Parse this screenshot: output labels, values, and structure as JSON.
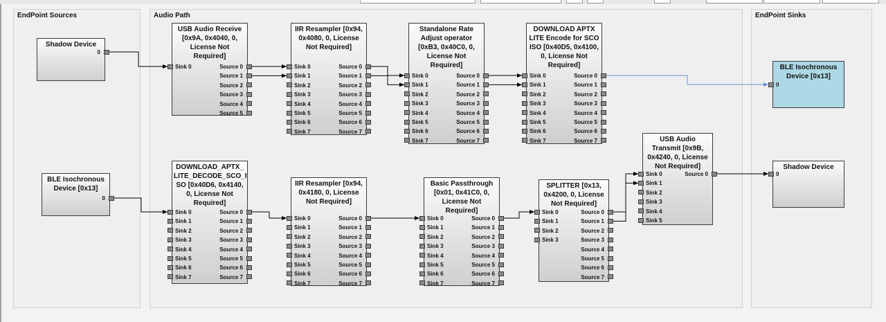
{
  "colors": {
    "canvas": "#f3f3f3",
    "panel": "#efefef",
    "ble_sink": "#add8e6",
    "link_wire": "#6a8fd8",
    "wire": "#000000"
  },
  "panels": [
    {
      "id": "sources",
      "title": "EndPoint Sources"
    },
    {
      "id": "path",
      "title": "Audio Path"
    },
    {
      "id": "sinks",
      "title": "EndPoint Sinks"
    }
  ],
  "operators": [
    {
      "id": "shadow-src",
      "title": "Shadow Device",
      "inputs": [],
      "outputs": [
        "0"
      ]
    },
    {
      "id": "ble-src",
      "title": "BLE Isochronous Device [0x13]",
      "inputs": [],
      "outputs": [
        "0"
      ]
    },
    {
      "id": "usb-rx",
      "title": "USB Audio Receive [0x9A, 0x4040, 0, License Not Required]",
      "inputs": [
        "Sink 0"
      ],
      "outputs": [
        "Source 0",
        "Source 1",
        "Source 2",
        "Source 3",
        "Source 4",
        "Source 5"
      ]
    },
    {
      "id": "iir1",
      "title": "IIR Resampler [0x94, 0x4080, 0, License Not Required]",
      "inputs": [
        "Sink 0",
        "Sink 1",
        "Sink 2",
        "Sink 3",
        "Sink 4",
        "Sink 5",
        "Sink 6",
        "Sink 7"
      ],
      "outputs": [
        "Source 0",
        "Source 1",
        "Source 2",
        "Source 3",
        "Source 4",
        "Source 5",
        "Source 6",
        "Source 7"
      ]
    },
    {
      "id": "rate",
      "title": "Standalone Rate Adjust operator [0xB3, 0x40C0, 0, License Not Required]",
      "inputs": [
        "Sink 0",
        "Sink 1",
        "Sink 2",
        "Sink 3",
        "Sink 4",
        "Sink 5",
        "Sink 6",
        "Sink 7"
      ],
      "outputs": [
        "Source 0",
        "Source 1",
        "Source 2",
        "Source 3",
        "Source 4",
        "Source 5",
        "Source 6",
        "Source 7"
      ]
    },
    {
      "id": "aptx-enc",
      "title": "DOWNLOAD APTX LITE Encode for SCO ISO [0x40D5, 0x4100, 0, License Not Required]",
      "inputs": [
        "Sink 0",
        "Sink 1",
        "Sink 2",
        "Sink 3",
        "Sink 4",
        "Sink 5",
        "Sink 6",
        "Sink 7"
      ],
      "outputs": [
        "Source 0",
        "Source 1",
        "Source 2",
        "Source 3",
        "Source 4",
        "Source 5",
        "Source 6",
        "Source 7"
      ]
    },
    {
      "id": "aptx-dec",
      "title": "DOWNLOAD_APTX_ LITE_DECODE_SCO_I SO [0x40D6, 0x4140, 0, License Not Required]",
      "inputs": [
        "Sink 0",
        "Sink 1",
        "Sink 2",
        "Sink 3",
        "Sink 4",
        "Sink 5",
        "Sink 6",
        "Sink 7"
      ],
      "outputs": [
        "Source 0",
        "Source 1",
        "Source 2",
        "Source 3",
        "Source 4",
        "Source 5",
        "Source 6",
        "Source 7"
      ]
    },
    {
      "id": "iir2",
      "title": "IIR Resampler [0x94, 0x4180, 0, License Not Required]",
      "inputs": [
        "Sink 0",
        "Sink 1",
        "Sink 2",
        "Sink 3",
        "Sink 4",
        "Sink 5",
        "Sink 6",
        "Sink 7"
      ],
      "outputs": [
        "Source 0",
        "Source 1",
        "Source 2",
        "Source 3",
        "Source 4",
        "Source 5",
        "Source 6",
        "Source 7"
      ]
    },
    {
      "id": "pass",
      "title": "Basic Passthrough [0x01, 0x41C0, 0, License Not Required]",
      "inputs": [
        "Sink 0",
        "Sink 1",
        "Sink 2",
        "Sink 3",
        "Sink 4",
        "Sink 5",
        "Sink 6",
        "Sink 7"
      ],
      "outputs": [
        "Source 0",
        "Source 1",
        "Source 2",
        "Source 3",
        "Source 4",
        "Source 5",
        "Source 6",
        "Source 7"
      ]
    },
    {
      "id": "split",
      "title": "SPLITTER [0x13, 0x4200, 0, License Not Required]",
      "inputs": [
        "Sink 0",
        "Sink 1",
        "Sink 2",
        "Sink 3"
      ],
      "outputs": [
        "Source 0",
        "Source 1",
        "Source 2",
        "Source 3",
        "Source 4",
        "Source 5",
        "Source 6",
        "Source 7"
      ]
    },
    {
      "id": "usb-tx",
      "title": "USB Audio Transmit [0x9B, 0x4240, 0, License Not Required]",
      "inputs": [
        "Sink 0",
        "Sink 1",
        "Sink 2",
        "Sink 3",
        "Sink 4",
        "Sink 5"
      ],
      "outputs": [
        "Source 0"
      ]
    },
    {
      "id": "ble-sink",
      "title": "BLE Isochronous Device [0x13]",
      "inputs": [
        "0"
      ],
      "outputs": []
    },
    {
      "id": "shadow-sink",
      "title": "Shadow Device",
      "inputs": [
        "0"
      ],
      "outputs": []
    }
  ],
  "links": [
    {
      "from": "shadow-src",
      "fo": 0,
      "to": "usb-rx",
      "ti": 0
    },
    {
      "from": "usb-rx",
      "fo": 0,
      "to": "iir1",
      "ti": 0
    },
    {
      "from": "usb-rx",
      "fo": 1,
      "to": "iir1",
      "ti": 1
    },
    {
      "from": "iir1",
      "fo": 0,
      "to": "rate",
      "ti": 0
    },
    {
      "from": "iir1",
      "fo": 1,
      "to": "rate",
      "ti": 1
    },
    {
      "from": "rate",
      "fo": 0,
      "to": "aptx-enc",
      "ti": 0
    },
    {
      "from": "rate",
      "fo": 1,
      "to": "aptx-enc",
      "ti": 1
    },
    {
      "from": "aptx-enc",
      "fo": 0,
      "to": "ble-sink",
      "ti": 0,
      "style": "link_wire"
    },
    {
      "from": "ble-src",
      "fo": 0,
      "to": "aptx-dec",
      "ti": 0
    },
    {
      "from": "aptx-dec",
      "fo": 0,
      "to": "iir2",
      "ti": 0
    },
    {
      "from": "iir2",
      "fo": 0,
      "to": "pass",
      "ti": 0
    },
    {
      "from": "pass",
      "fo": 0,
      "to": "split",
      "ti": 0
    },
    {
      "from": "split",
      "fo": 0,
      "to": "usb-tx",
      "ti": 0
    },
    {
      "from": "split",
      "fo": 1,
      "to": "usb-tx",
      "ti": 1
    },
    {
      "from": "usb-tx",
      "fo": 0,
      "to": "shadow-sink",
      "ti": 0
    }
  ]
}
